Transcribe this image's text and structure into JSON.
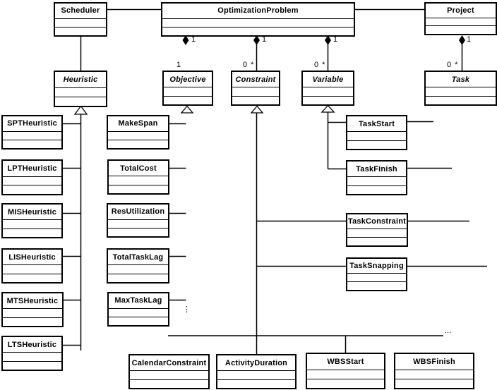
{
  "diagram": {
    "kind": "uml-class-diagram",
    "colors": {
      "line": "#000000",
      "background": "#ffffff"
    }
  },
  "classes": [
    {
      "id": "scheduler",
      "label": "Scheduler",
      "abstract": false
    },
    {
      "id": "optimization-problem",
      "label": "OptimizationProblem",
      "abstract": false
    },
    {
      "id": "project",
      "label": "Project",
      "abstract": false
    },
    {
      "id": "heuristic",
      "label": "Heuristic",
      "abstract": true
    },
    {
      "id": "objective",
      "label": "Objective",
      "abstract": true
    },
    {
      "id": "constraint",
      "label": "Constraint",
      "abstract": true
    },
    {
      "id": "variable",
      "label": "Variable",
      "abstract": true
    },
    {
      "id": "task",
      "label": "Task",
      "abstract": true
    },
    {
      "id": "spt-heuristic",
      "label": "SPTHeuristic",
      "abstract": false
    },
    {
      "id": "lpt-heuristic",
      "label": "LPTHeuristic",
      "abstract": false
    },
    {
      "id": "mis-heuristic",
      "label": "MISHeuristic",
      "abstract": false
    },
    {
      "id": "lis-heuristic",
      "label": "LISHeuristic",
      "abstract": false
    },
    {
      "id": "mts-heuristic",
      "label": "MTSHeuristic",
      "abstract": false
    },
    {
      "id": "lts-heuristic",
      "label": "LTSHeuristic",
      "abstract": false
    },
    {
      "id": "makespan",
      "label": "MakeSpan",
      "abstract": false
    },
    {
      "id": "totalcost",
      "label": "TotalCost",
      "abstract": false
    },
    {
      "id": "resutilization",
      "label": "ResUtilization",
      "abstract": false
    },
    {
      "id": "totaltasklag",
      "label": "TotalTaskLag",
      "abstract": false
    },
    {
      "id": "maxtasklag",
      "label": "MaxTaskLag",
      "abstract": false
    },
    {
      "id": "taskstart",
      "label": "TaskStart",
      "abstract": false
    },
    {
      "id": "taskfinish",
      "label": "TaskFinish",
      "abstract": false
    },
    {
      "id": "taskconstraint",
      "label": "TaskConstraint",
      "abstract": false
    },
    {
      "id": "tasksnapping",
      "label": "TaskSnapping",
      "abstract": false
    },
    {
      "id": "calendarconstraint",
      "label": "CalendarConstraint",
      "abstract": false
    },
    {
      "id": "activityduration",
      "label": "ActivityDuration",
      "abstract": false
    },
    {
      "id": "wbsstart",
      "label": "WBSStart",
      "abstract": false
    },
    {
      "id": "wbsfinish",
      "label": "WBSFinish",
      "abstract": false
    }
  ],
  "multiplicities": [
    {
      "at": "optimizationproblem-objective-composite",
      "text": "1"
    },
    {
      "at": "optimizationproblem-constraint-composite",
      "text": "1"
    },
    {
      "at": "optimizationproblem-variable-composite",
      "text": "1"
    },
    {
      "at": "project-task-composite",
      "text": "1"
    },
    {
      "at": "objective-end",
      "text": "1"
    },
    {
      "at": "constraint-end",
      "text": "0 *"
    },
    {
      "at": "variable-end",
      "text": "0 *"
    },
    {
      "at": "task-end",
      "text": "0 *"
    }
  ],
  "ellipses": {
    "vertical": "⋮",
    "horizontal": "..."
  }
}
